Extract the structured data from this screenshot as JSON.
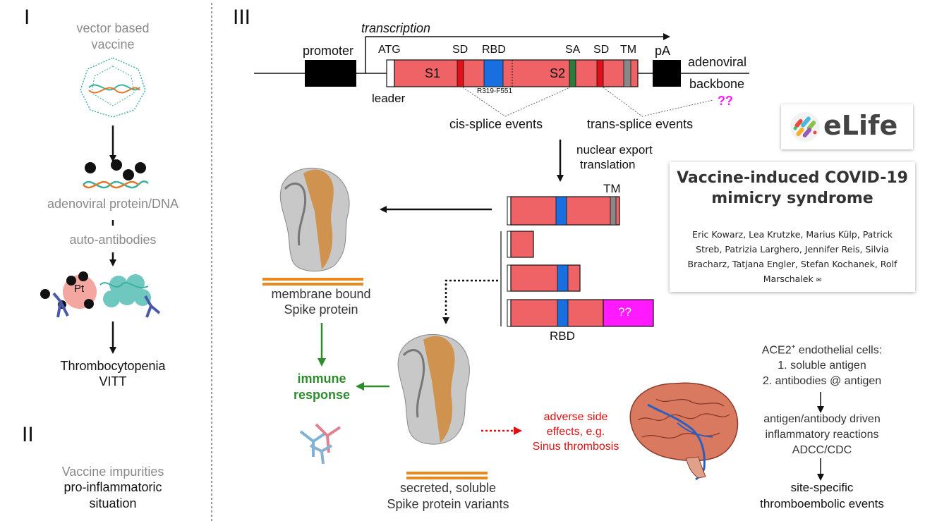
{
  "sections": {
    "s1": "I",
    "s2": "II",
    "s3": "III"
  },
  "left": {
    "vaccine": "vector based vaccine",
    "protein_dna": "adenoviral protein/DNA",
    "autoantibodies": "auto-antibodies",
    "pt": "Pt",
    "outcome_line1": "Thrombocytopenia",
    "outcome_line2": "VITT",
    "impurities_line1": "Vaccine impurities",
    "impurities_line2": "pro-inflammatoric",
    "impurities_line3": "situation"
  },
  "gene": {
    "transcription": "transcription",
    "promoter": "promoter",
    "atg": "ATG",
    "leader": "leader",
    "s1": "S1",
    "sd1": "SD",
    "rbd": "RBD",
    "rbd_range": "R319-F551",
    "s2": "S2",
    "sa": "SA",
    "sd2": "SD",
    "tm": "TM",
    "pa": "pA",
    "backbone_line1": "adenoviral",
    "backbone_line2": "backbone",
    "unknown": "??",
    "cis_splice": "cis-splice events",
    "trans_splice": "trans-splice events"
  },
  "flow": {
    "export_line1": "nuclear export",
    "export_line2": "translation",
    "tm_label": "TM",
    "rbd_label": "RBD",
    "unknown_box": "??",
    "membrane_line1": "membrane bound",
    "membrane_line2": "Spike protein",
    "immune_line1": "immune",
    "immune_line2": "response",
    "secreted_line1": "secreted, soluble",
    "secreted_line2": "Spike protein variants",
    "adverse_line1": "adverse side",
    "adverse_line2": "effects, e.g.",
    "adverse_line3": "Sinus thrombosis"
  },
  "right": {
    "ace2_prefix": "ACE2",
    "ace2_sup": "+",
    "ace2_suffix": " endothelial cells:",
    "item1": "1. soluble antigen",
    "item2": "2. antibodies @ antigen",
    "inflam_line1": "antigen/antibody driven",
    "inflam_line2": "inflammatory reactions",
    "inflam_line3": "ADCC/CDC",
    "site_line1": "site-specific",
    "site_line2": "thromboembolic events"
  },
  "paper": {
    "logo_text": "eLife",
    "title": "Vaccine-induced COVID-19 mimicry syndrome",
    "authors": "Eric Kowarz, Lea Krutzke, Marius Külp, Patrick Streb, Patrizia Larghero, Jennifer Reis, Silvia Bracharz, Tatjana Engler, Stefan Kochanek, Rolf Marschalek"
  },
  "colors": {
    "exon": "#ef6366",
    "rbd": "#1a6fe0",
    "sd": "#e0101a",
    "sa": "#2a7a3a",
    "tm": "#888888",
    "unknown": "#ff1aff",
    "immune": "#2e8b2e",
    "adverse": "#e01010",
    "membrane": "#e98a1e"
  }
}
